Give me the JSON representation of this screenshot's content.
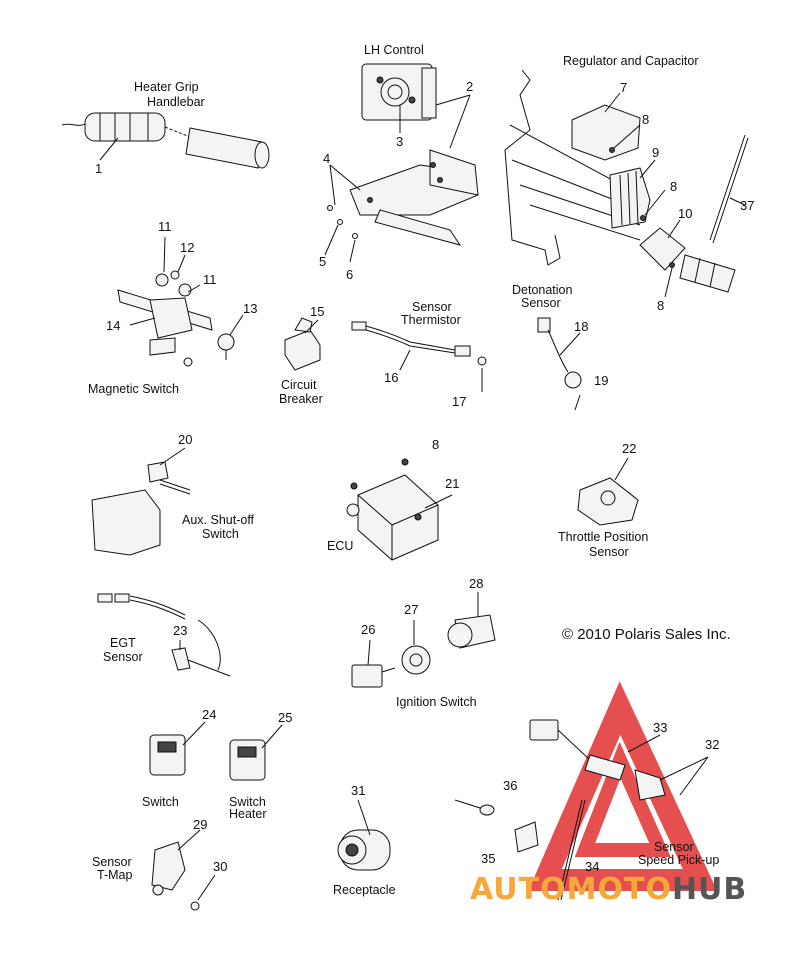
{
  "labels": {
    "heater_grip": "Heater Grip",
    "handlebar": "Handlebar",
    "lh_control": "LH Control",
    "regulator": "Regulator and Capacitor",
    "magnetic_switch": "Magnetic Switch",
    "circuit": "Circuit",
    "breaker": "Breaker",
    "sensor1": "Sensor",
    "thermistor": "Thermistor",
    "detonation": "Detonation",
    "sensor2": "Sensor",
    "aux_shutoff": "Aux. Shut-off",
    "switch1": "Switch",
    "ecu": "ECU",
    "throttle_position": "Throttle Position",
    "sensor3": "Sensor",
    "egt": "EGT",
    "sensor4": "Sensor",
    "ignition_switch": "Ignition Switch",
    "switch_plain": "Switch",
    "switch_heater_a": "Switch",
    "switch_heater_b": "Heater",
    "sensor_tmap_a": "Sensor",
    "sensor_tmap_b": "T-Map",
    "receptacle": "Receptacle",
    "sensor_speed_a": "Sensor",
    "sensor_speed_b": "Speed Pick-up"
  },
  "copyright": "© 2010 Polaris Sales Inc.",
  "watermark": {
    "part1": "AUTOMOTO",
    "part2": "HUB",
    "accent": "#f6a83b",
    "dark": "#555555",
    "triangle": "#e03030"
  },
  "numbers": {
    "n1": "1",
    "n2": "2",
    "n3": "3",
    "n4": "4",
    "n5": "5",
    "n6": "6",
    "n7": "7",
    "n8a": "8",
    "n8b": "8",
    "n8c": "8",
    "n8d": "8",
    "n9": "9",
    "n10": "10",
    "n11a": "11",
    "n11b": "11",
    "n12": "12",
    "n13": "13",
    "n14": "14",
    "n15": "15",
    "n16": "16",
    "n17": "17",
    "n18": "18",
    "n19": "19",
    "n20": "20",
    "n21": "21",
    "n22": "22",
    "n23": "23",
    "n24": "24",
    "n25": "25",
    "n26": "26",
    "n27": "27",
    "n28": "28",
    "n29": "29",
    "n30": "30",
    "n31": "31",
    "n32": "32",
    "n33": "33",
    "n34": "34",
    "n35": "35",
    "n36": "36",
    "n37": "37"
  }
}
